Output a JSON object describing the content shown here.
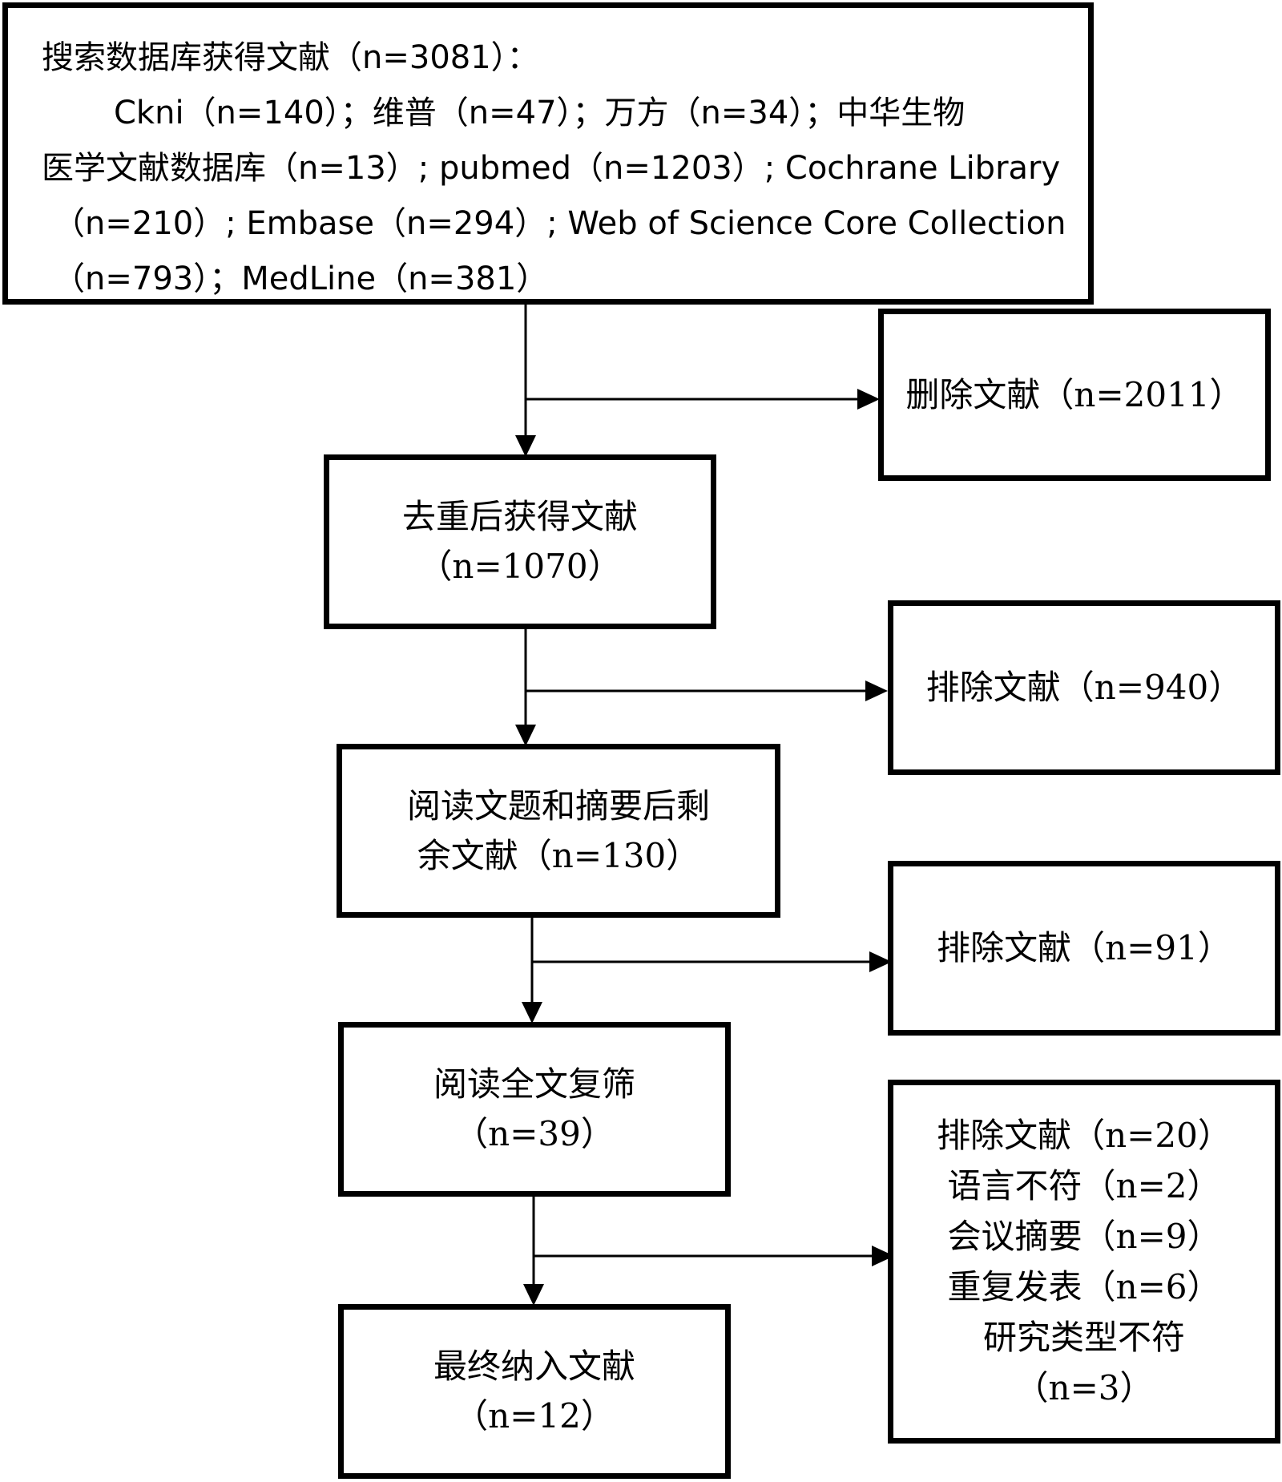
{
  "search_box": {
    "lines": [
      "搜索数据库获得文献（n=3081）：",
      "Ckni（n=140）；维普（n=47）；万方（n=34）；中华生物",
      "医学文献数据库（n=13）; pubmed（n=1203）; Cochrane Library",
      "（n=210）; Embase（n=294）; Web of Science Core Collection",
      "（n=793）；MedLine（n=381）"
    ]
  },
  "dedup_box": {
    "lines": [
      "去重后获得文献",
      "（n=1070）"
    ]
  },
  "deleted_box": {
    "lines": [
      "删除文献（n=2011）"
    ]
  },
  "title_abstract_box": {
    "lines": [
      "阅读文题和摘要后剩",
      "余文献（n=130）"
    ]
  },
  "exclude_940_box": {
    "lines": [
      "排除文献（n=940）"
    ]
  },
  "fulltext_box": {
    "lines": [
      "阅读全文复筛",
      "（n=39）"
    ]
  },
  "exclude_91_box": {
    "lines": [
      "排除文献（n=91）"
    ]
  },
  "final_box": {
    "lines": [
      "最终纳入文献",
      "（n=12）"
    ]
  },
  "exclude_20_box": {
    "lines": [
      "排除文献（n=20）",
      "语言不符（n=2）",
      "会议摘要（n=9）",
      "重复发表（n=6）",
      "研究类型不符",
      "（n=3）"
    ]
  },
  "colors": {
    "stroke": "#000000",
    "background": "#ffffff"
  }
}
